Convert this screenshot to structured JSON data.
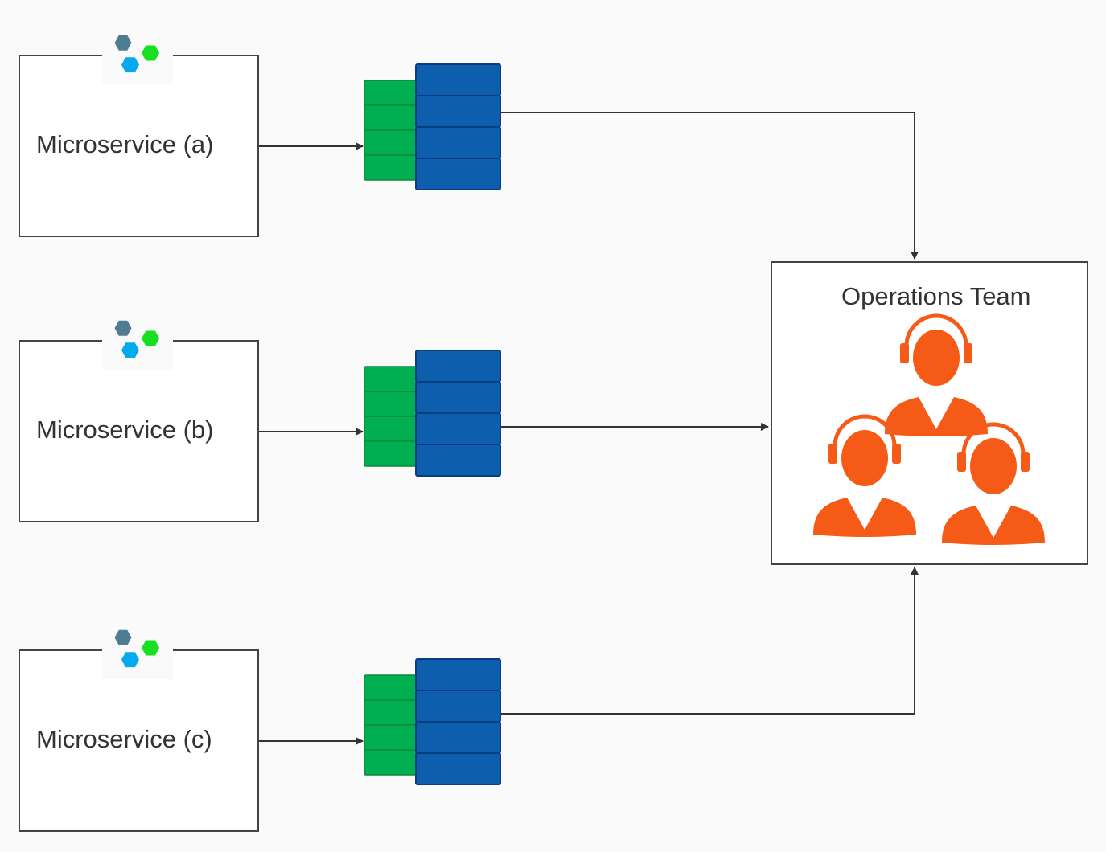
{
  "microservices": [
    {
      "label": "Microservice (a)"
    },
    {
      "label": "Microservice (b)"
    },
    {
      "label": "Microservice (c)"
    }
  ],
  "operations": {
    "label": "Operations Team"
  },
  "icons": {
    "microservice_logo": "hexagon-cluster-icon",
    "queue": "message-queue-icon",
    "team_member": "support-agent-headset-icon"
  },
  "colors": {
    "hex_slate": "#4e7d91",
    "hex_green": "#16e01f",
    "hex_cyan": "#05aaee",
    "queue_green": "#00b050",
    "queue_blue": "#0d5ead",
    "agent_orange": "#f55a17",
    "line": "#333333"
  }
}
